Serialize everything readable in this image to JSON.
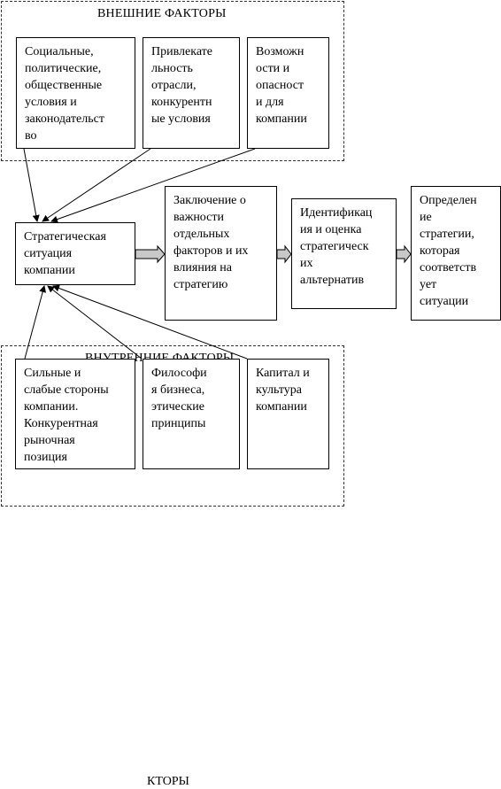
{
  "external_group": {
    "title": "ВНЕШНИЕ ФАКТОРЫ"
  },
  "internal_group": {
    "title": "ВНУТРЕННИЕ ФАКТОРЫ"
  },
  "boxes": {
    "social": "Социальные,\nполитические,\nобщественные\nусловия и\nзаконодательст\nво",
    "attractiveness": "Привлекате\nльность\nотрасли,\nконкурентн\nые условия",
    "opportunities": "Возможн\nости и\nопасност\nи для\nкомпании",
    "situation": "Стратегическая\nситуация\nкомпании",
    "conclusion": "Заключение о\nважности\nотдельных\nфакторов и их\nвлияния на\nстратегию",
    "identification": "Идентификац\nия и оценка\nстратегическ\nих\nальтернатив",
    "definition": "Определен\nие\nстратегии,\nкоторая\nсоответств\nует\nситуации",
    "strengths": "Сильные и\nслабые стороны\nкомпании.\nКонкурентная\nрыночная\nпозиция",
    "philosophy": "Философи\nя бизнеса,\nэтические\nпринципы",
    "capital": "Капитал и\nкультура\nкомпании"
  },
  "footer_fragment": "КТОРЫ"
}
